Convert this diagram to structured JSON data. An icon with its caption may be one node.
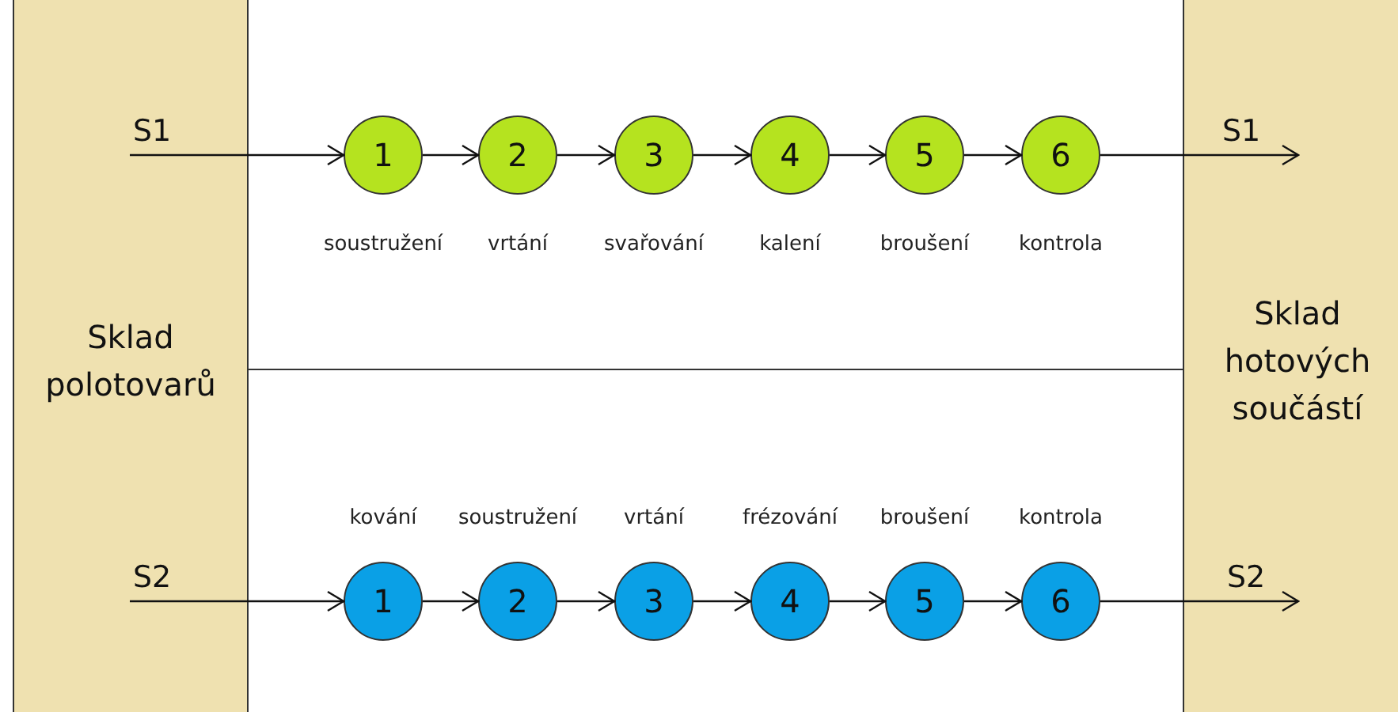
{
  "diagram": {
    "nodes": [
      {
        "text": [
          "Sklad polotovarů"
        ]
      },
      {
        "text": [
          "Sklad hotových součástí"
        ]
      },
      {
        "text": [
          "1"
        ],
        "beside": [
          "soustružení"
        ]
      },
      {
        "text": [
          "2"
        ],
        "beside": [
          "vrtání"
        ]
      },
      {
        "text": [
          "3"
        ],
        "beside": [
          "svařování"
        ]
      },
      {
        "text": [
          "4"
        ],
        "beside": [
          "kalení"
        ]
      },
      {
        "text": [
          "5"
        ],
        "beside": [
          "broušení"
        ]
      },
      {
        "text": [
          "6"
        ],
        "beside": [
          "kontrola"
        ]
      },
      {
        "text": [
          "1"
        ],
        "beside": [
          "kování"
        ]
      },
      {
        "text": [
          "2"
        ],
        "beside": [
          "soustružení"
        ]
      },
      {
        "text": [
          "3"
        ],
        "beside": [
          "vrtání"
        ]
      },
      {
        "text": [
          "4"
        ],
        "beside": [
          "frézování"
        ]
      },
      {
        "text": [
          "5"
        ],
        "beside": [
          "broušení"
        ]
      },
      {
        "text": [
          "6"
        ],
        "beside": [
          "kontrola"
        ]
      }
    ],
    "edges": [
      {
        "from": 0,
        "to": 2,
        "arrow": "to",
        "label": "S1"
      },
      {
        "from": 2,
        "to": 3,
        "arrow": "to"
      },
      {
        "from": 3,
        "to": 4,
        "arrow": "to"
      },
      {
        "from": 4,
        "to": 5,
        "arrow": "to"
      },
      {
        "from": 5,
        "to": 6,
        "arrow": "to"
      },
      {
        "from": 6,
        "to": 7,
        "arrow": "to"
      },
      {
        "from": 7,
        "to": 1,
        "arrow": "to",
        "label": "S1"
      },
      {
        "from": 0,
        "to": 8,
        "arrow": "to",
        "label": "S2"
      },
      {
        "from": 8,
        "to": 9,
        "arrow": "to"
      },
      {
        "from": 9,
        "to": 10,
        "arrow": "to"
      },
      {
        "from": 10,
        "to": 11,
        "arrow": "to"
      },
      {
        "from": 11,
        "to": 12,
        "arrow": "to"
      },
      {
        "from": 12,
        "to": 13,
        "arrow": "to"
      },
      {
        "from": 13,
        "to": 1,
        "arrow": "to",
        "label": "S2"
      }
    ]
  }
}
